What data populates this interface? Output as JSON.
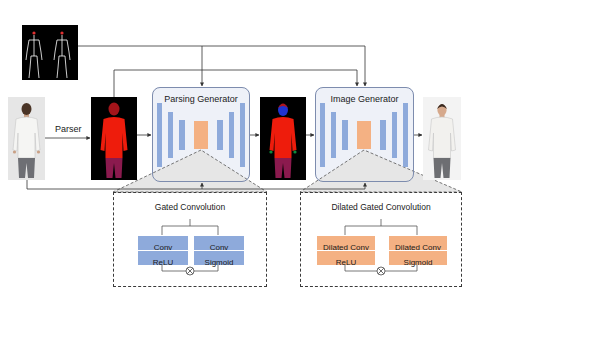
{
  "diagram": {
    "nodes": [
      {
        "text": [
          "Parsing Generator"
        ]
      },
      {
        "text": [
          "Image Generator"
        ]
      },
      {
        "text": [
          "Gated Convolution"
        ]
      },
      {
        "text": [
          "Conv"
        ],
        "in": 2
      },
      {
        "text": [
          "Conv"
        ],
        "in": 2
      },
      {
        "text": [
          "ReLU"
        ],
        "in": 2
      },
      {
        "text": [
          "Sigmoid"
        ],
        "in": 2
      },
      {
        "text": [
          "Dilated Gated Convolution"
        ]
      },
      {
        "text": [
          "Dilated Conv"
        ],
        "in": 7
      },
      {
        "text": [
          "Dilated Conv"
        ],
        "in": 7
      },
      {
        "text": [
          "ReLU"
        ],
        "in": 7
      },
      {
        "text": [
          "Sigmoid"
        ],
        "in": 7
      }
    ],
    "labels": [
      "Parser"
    ]
  }
}
